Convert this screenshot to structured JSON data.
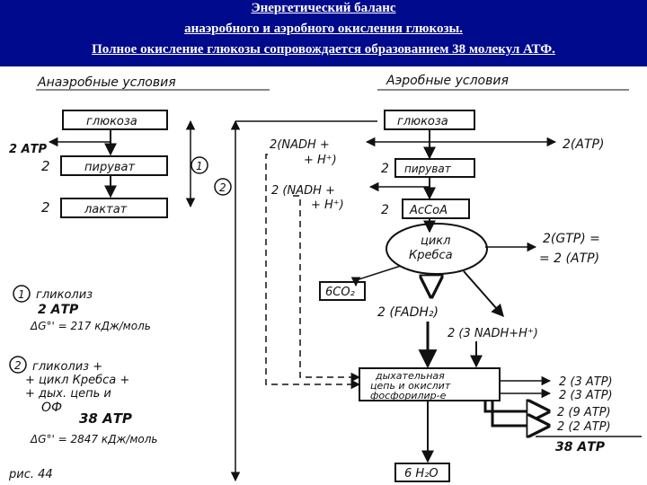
{
  "header": {
    "line1": "Энергетический баланс",
    "line2": "анаэробного и аэробного окисления глюкозы.",
    "line3": "Полное окисление глюкозы сопровождается образованием 38 молекул АТФ."
  },
  "anaerobic": {
    "heading": "Анаэробные условия",
    "glucose": "глюкоза",
    "atp_out": "2 АТР",
    "pyruvate_coef": "2",
    "pyruvate": "пируват",
    "lactate_coef": "2",
    "lactate": "лактат",
    "marker1": "1",
    "marker2": "2"
  },
  "aerobic": {
    "heading": "Аэробные условия",
    "glucose": "глюкоза",
    "nadh1_a": "2(NADH +",
    "nadh1_b": "+ H⁺)",
    "atp1": "2(АТР)",
    "pyruvate_coef": "2",
    "pyruvate": "пируват",
    "nadh2_a": "2 (NADH +",
    "nadh2_b": "+ H⁺)",
    "acetyl_coef": "2",
    "acetyl": "AcCoA",
    "krebs_a": "цикл",
    "krebs_b": "Кребса",
    "gtp_a": "2(GTP) =",
    "gtp_b": "= 2 (АТР)",
    "co2": "6CO₂",
    "fadh": "2 (FADH₂)",
    "nadh3": "2 (3 NADH+H⁺)",
    "chain_a": "дыхательная",
    "chain_b": "цепь и окислит",
    "chain_c": "фосфорилир-е",
    "atp_r1": "2 (3 АТР)",
    "atp_r2": "2 (3 АТР)",
    "atp_r3": "2 (9 АТР)",
    "atp_r4": "2 (2 АТР)",
    "atp_total": "38 АТР",
    "water": "6 H₂O"
  },
  "notes": {
    "n1_marker": "1",
    "n1_a": "гликолиз",
    "n1_b": "2 АТР",
    "n1_c": "ΔG°' = 217 кДж/моль",
    "n2_marker": "2",
    "n2_a": "гликолиз +",
    "n2_b": "+ цикл Кребса +",
    "n2_c": "+ дых. цепь и",
    "n2_d": "ОФ",
    "n2_e": "38 АТР",
    "n2_f": "ΔG°' = 2847 кДж/моль",
    "fig": "рис. 44"
  }
}
